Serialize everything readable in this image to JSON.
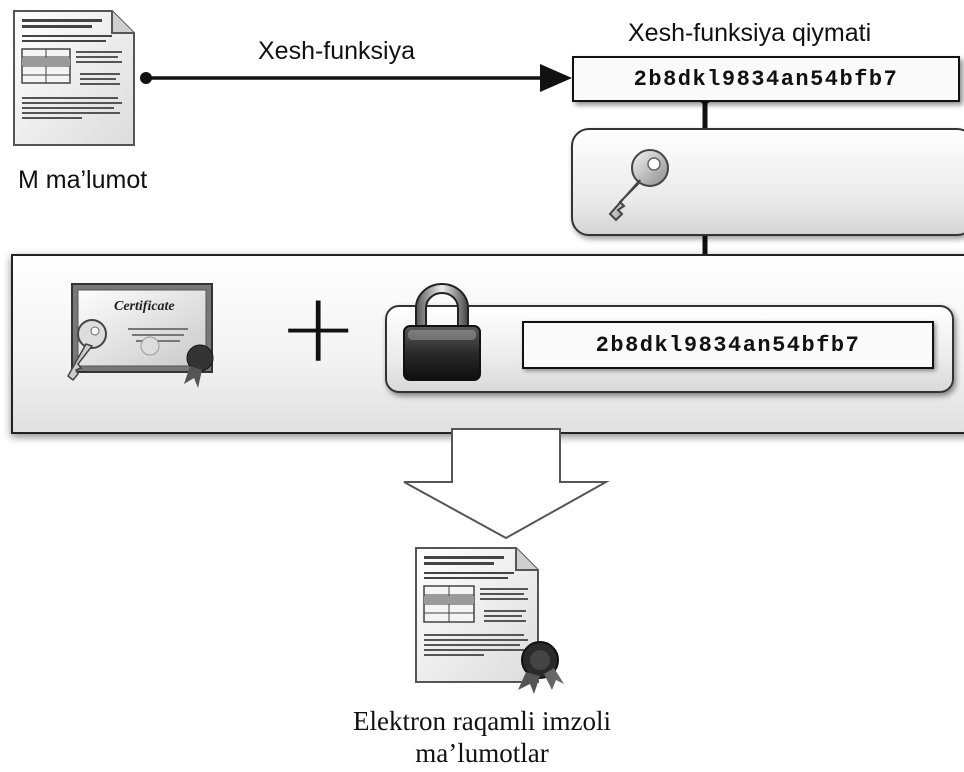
{
  "labels": {
    "hash_function": "Xesh-funksiya",
    "hash_value_title": "Xesh-funksiya qiymati",
    "message": "M ma’lumot",
    "result_line1": "Elektron raqamli imzoli",
    "result_line2": "ma’lumotlar"
  },
  "hash": {
    "top_value": "2b8dkl9834an54bfb7",
    "encrypted_value": "2b8dkl9834an54bfb7"
  },
  "certificate": {
    "text": "Certificate"
  },
  "operators": {
    "plus": "+"
  },
  "icons": {
    "source_document": "document-icon",
    "private_key": "key-icon",
    "certificate": "certificate-icon",
    "padlock": "padlock-icon",
    "down_arrow": "down-arrow-icon",
    "signed_document": "signed-document-icon"
  }
}
